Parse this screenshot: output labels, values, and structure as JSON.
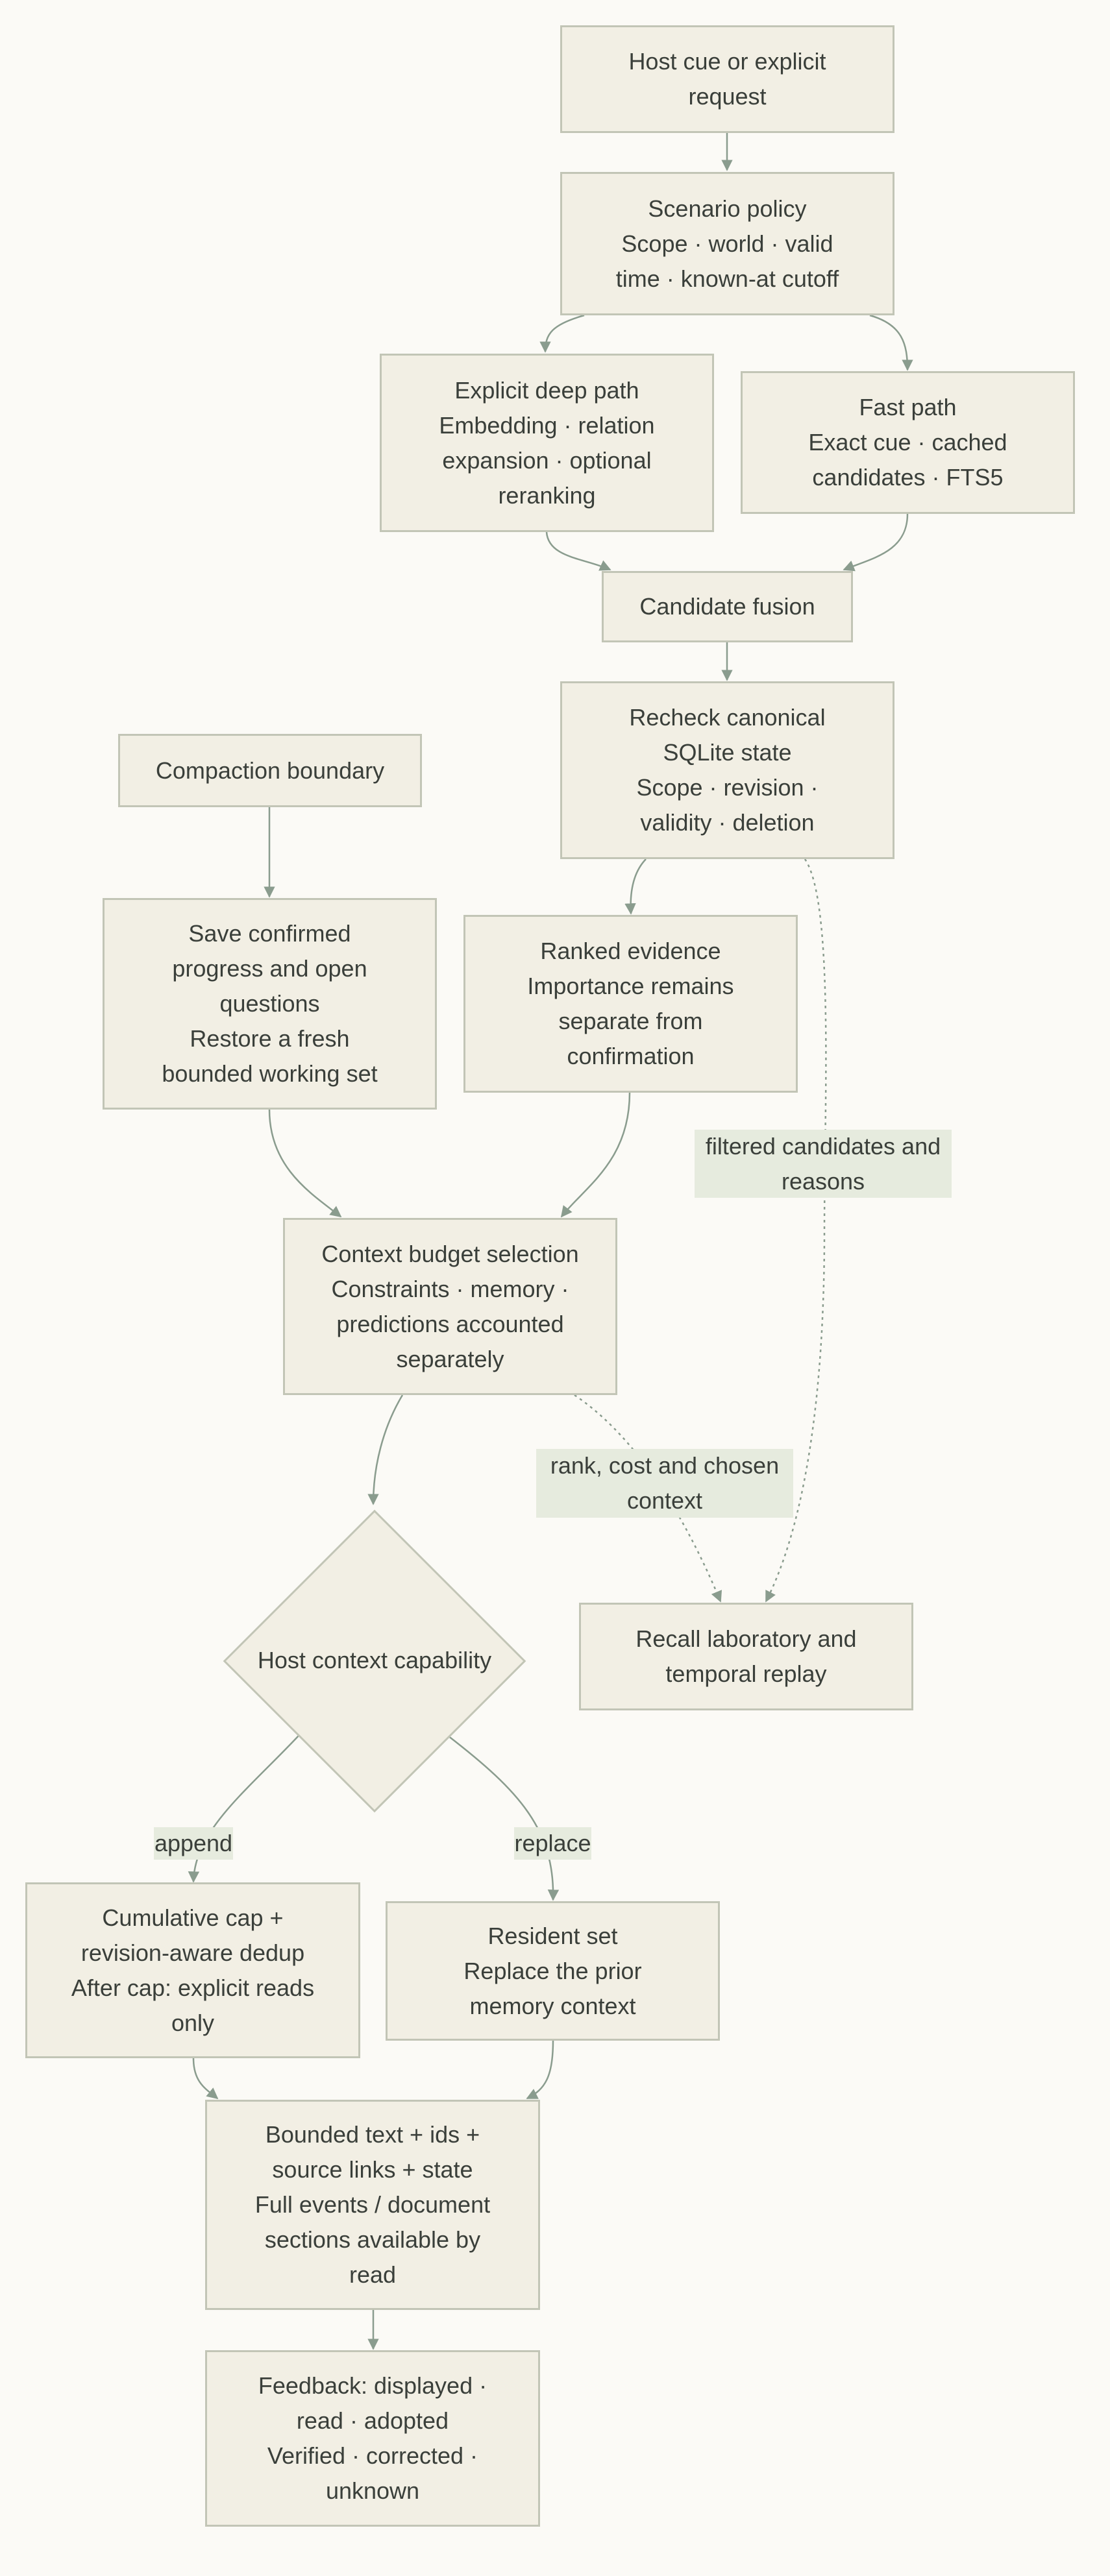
{
  "colors": {
    "background": "#fbfaf6",
    "node_fill": "#f2efe4",
    "node_border": "#c2c5b6",
    "edge": "#8a9c8e",
    "edge_label_fill": "#e6ebde",
    "text": "#3a3f3a"
  },
  "nodes": {
    "host_cue": {
      "lines": [
        "Host cue or explicit",
        "request"
      ]
    },
    "scenario_policy": {
      "lines": [
        "Scenario policy",
        "Scope · world · valid",
        "time · known-at cutoff"
      ]
    },
    "deep_path": {
      "lines": [
        "Explicit deep path",
        "Embedding · relation",
        "expansion · optional",
        "reranking"
      ]
    },
    "fast_path": {
      "lines": [
        "Fast path",
        "Exact cue · cached",
        "candidates · FTS5"
      ]
    },
    "candidate_fusion": {
      "lines": [
        "Candidate fusion"
      ]
    },
    "recheck": {
      "lines": [
        "Recheck canonical",
        "SQLite state",
        "Scope · revision ·",
        "validity · deletion"
      ]
    },
    "compaction": {
      "lines": [
        "Compaction boundary"
      ]
    },
    "save_confirmed": {
      "lines": [
        "Save confirmed",
        "progress and open",
        "questions",
        "Restore a fresh",
        "bounded working set"
      ]
    },
    "ranked_evidence": {
      "lines": [
        "Ranked evidence",
        "Importance remains",
        "separate from",
        "confirmation"
      ]
    },
    "context_budget": {
      "lines": [
        "Context budget selection",
        "Constraints · memory ·",
        "predictions accounted",
        "separately"
      ]
    },
    "host_capability": {
      "lines": [
        "Host context capability"
      ]
    },
    "recall_lab": {
      "lines": [
        "Recall laboratory and",
        "temporal replay"
      ]
    },
    "cumulative_cap": {
      "lines": [
        "Cumulative cap +",
        "revision-aware dedup",
        "After cap: explicit reads",
        "only"
      ]
    },
    "resident_set": {
      "lines": [
        "Resident set",
        "Replace the prior",
        "memory context"
      ]
    },
    "bounded_text": {
      "lines": [
        "Bounded text + ids +",
        "source links + state",
        "Full events / document",
        "sections available by",
        "read"
      ]
    },
    "feedback": {
      "lines": [
        "Feedback: displayed ·",
        "read · adopted",
        "Verified · corrected ·",
        "unknown"
      ]
    }
  },
  "edge_labels": {
    "filtered": {
      "lines": [
        "filtered candidates and",
        "reasons"
      ]
    },
    "rank_cost": {
      "lines": [
        "rank, cost and chosen",
        "context"
      ]
    },
    "append": {
      "lines": [
        "append"
      ]
    },
    "replace": {
      "lines": [
        "replace"
      ]
    }
  }
}
